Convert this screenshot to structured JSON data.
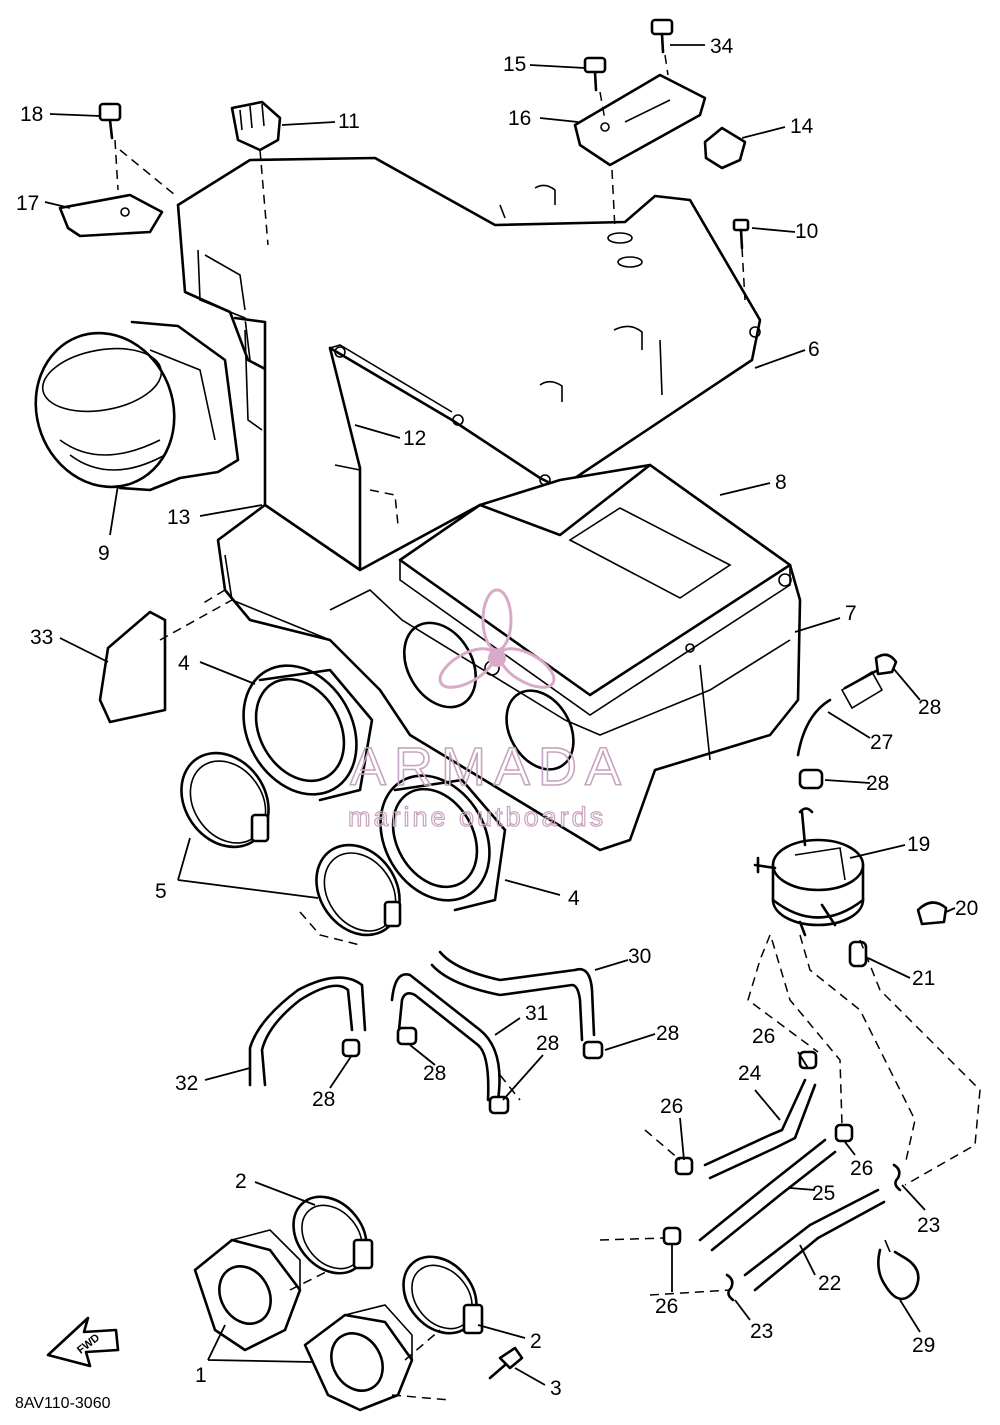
{
  "part_labels": [
    "1",
    "2",
    "2",
    "3",
    "4",
    "4",
    "5",
    "6",
    "7",
    "8",
    "9",
    "10",
    "11",
    "12",
    "13",
    "14",
    "15",
    "16",
    "17",
    "18",
    "19",
    "20",
    "21",
    "22",
    "23",
    "23",
    "24",
    "25",
    "26",
    "26",
    "26",
    "26",
    "27",
    "28",
    "28",
    "28",
    "28",
    "28",
    "28",
    "29",
    "30",
    "31",
    "32",
    "33",
    "34"
  ],
  "diagram_code": "8AV110-3060",
  "front_arrow_label": "FWD",
  "watermark": {
    "title": "ARMADA",
    "subtitle": "marine outboards",
    "color": "#c9a4c0"
  }
}
